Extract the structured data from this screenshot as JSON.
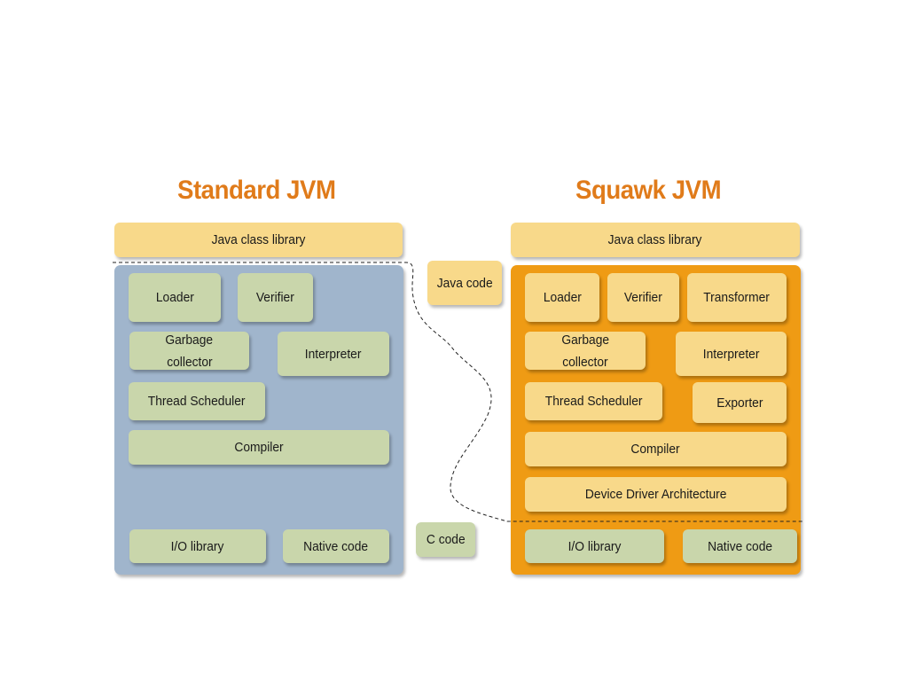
{
  "standard": {
    "title": "Standard JVM",
    "java_class_library": "Java class library",
    "loader": "Loader",
    "verifier": "Verifier",
    "garbage_collector_line1": "Garbage",
    "garbage_collector_line2": "collector",
    "interpreter": "Interpreter",
    "thread_scheduler": "Thread Scheduler",
    "compiler": "Compiler",
    "io_library": "I/O library",
    "native_code": "Native code"
  },
  "squawk": {
    "title": "Squawk JVM",
    "java_class_library": "Java class library",
    "loader": "Loader",
    "verifier": "Verifier",
    "transformer": "Transformer",
    "garbage_collector_line1": "Garbage",
    "garbage_collector_line2": "collector",
    "interpreter": "Interpreter",
    "thread_scheduler": "Thread Scheduler",
    "exporter": "Exporter",
    "compiler": "Compiler",
    "device_driver_architecture": "Device Driver Architecture",
    "io_library": "I/O library",
    "native_code": "Native code"
  },
  "legend": {
    "java_code": "Java code",
    "c_code": "C code"
  },
  "colors": {
    "title": "#e07b1a",
    "standard_panel": "#a0b5cc",
    "squawk_panel": "#ef9b14",
    "java_component": "#f8d98a",
    "c_component": "#c9d6ab"
  }
}
